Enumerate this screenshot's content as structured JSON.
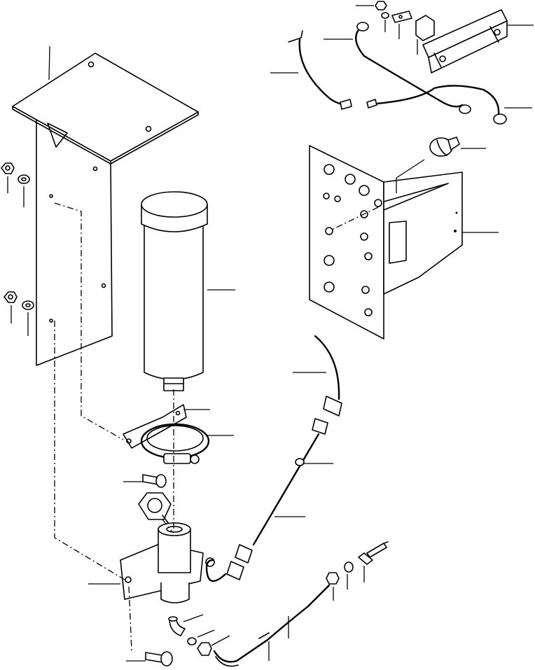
{
  "figure": {
    "description_title": "",
    "callout_labels": []
  },
  "parts": [
    {
      "id": "mounting-bracket",
      "icon": "bracket-plate"
    },
    {
      "id": "panel-nut-upper",
      "icon": "nut"
    },
    {
      "id": "panel-washer-upper",
      "icon": "washer"
    },
    {
      "id": "panel-nut-lower",
      "icon": "nut"
    },
    {
      "id": "panel-washer-lower",
      "icon": "washer"
    },
    {
      "id": "filter-element",
      "icon": "cylinder"
    },
    {
      "id": "filter-strap",
      "icon": "clamp"
    },
    {
      "id": "hose-clamp",
      "icon": "clamp"
    },
    {
      "id": "strap-bolt",
      "icon": "bolt"
    },
    {
      "id": "filter-head",
      "icon": "housing"
    },
    {
      "id": "filter-cap",
      "icon": "cap"
    },
    {
      "id": "head-bolt",
      "icon": "bolt"
    },
    {
      "id": "elbow-fitting",
      "icon": "elbow"
    },
    {
      "id": "fitting-washer",
      "icon": "washer"
    },
    {
      "id": "fitting-nut",
      "icon": "nut"
    },
    {
      "id": "tube",
      "icon": "tube"
    },
    {
      "id": "tube-nut",
      "icon": "nut"
    },
    {
      "id": "tube-washer",
      "icon": "washer"
    },
    {
      "id": "sender-switch",
      "icon": "sensor"
    },
    {
      "id": "wire-harness",
      "icon": "wire"
    },
    {
      "id": "harness-clip",
      "icon": "clip"
    },
    {
      "id": "harness-lead",
      "icon": "wire"
    },
    {
      "id": "instrument-panel",
      "icon": "panel"
    },
    {
      "id": "indicator-lamp",
      "icon": "lamp"
    },
    {
      "id": "relay-bracket",
      "icon": "bracket"
    },
    {
      "id": "ground-strap",
      "icon": "wire"
    },
    {
      "id": "ground-wire",
      "icon": "wire"
    },
    {
      "id": "jumper-wire",
      "icon": "wire"
    },
    {
      "id": "relay",
      "icon": "relay"
    },
    {
      "id": "relay-plate",
      "icon": "plate"
    },
    {
      "id": "small-washer",
      "icon": "washer"
    },
    {
      "id": "small-nut",
      "icon": "nut"
    }
  ]
}
